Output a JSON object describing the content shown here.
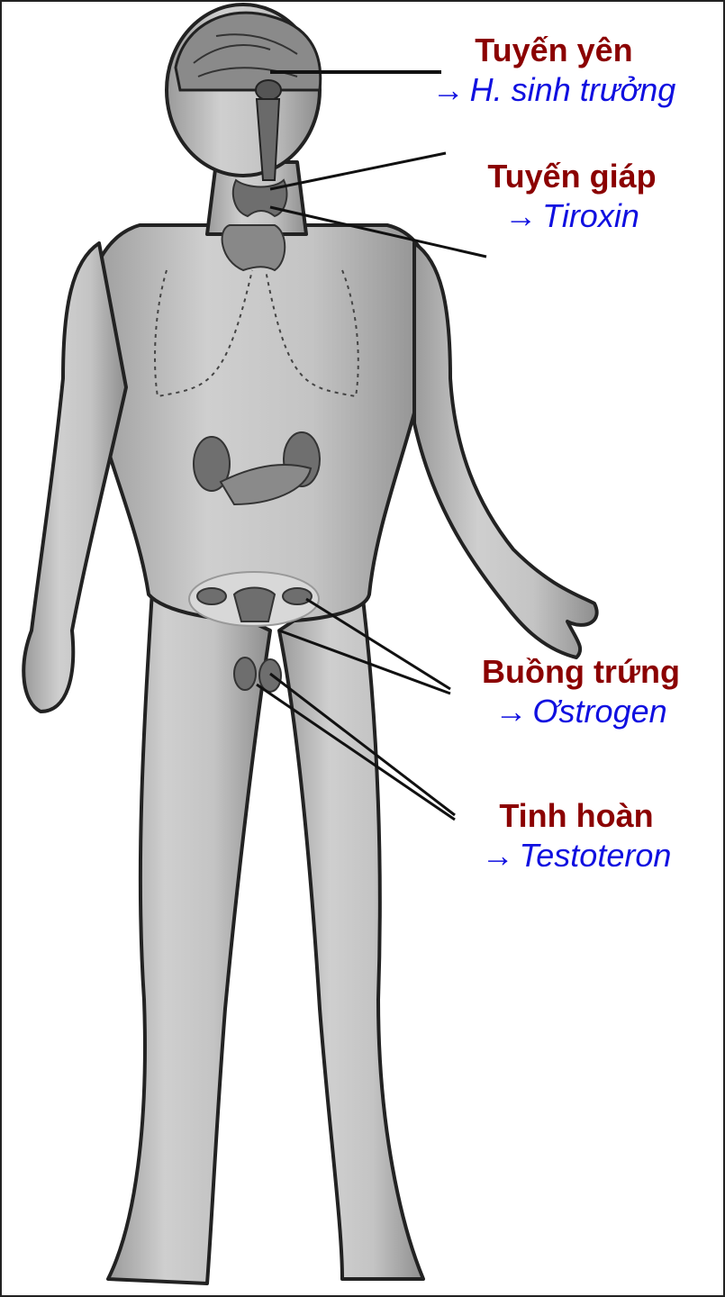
{
  "labels": {
    "pituitary": {
      "gland": "Tuyến yên",
      "hormone": "H. sinh trưởng"
    },
    "thyroid": {
      "gland": "Tuyến giáp",
      "hormone": "Tiroxin"
    },
    "ovary": {
      "gland": "Buồng trứng",
      "hormone": "Ơstrogen"
    },
    "testis": {
      "gland": "Tinh hoàn",
      "hormone": "Testoteron"
    }
  },
  "arrow_glyph": "→",
  "colors": {
    "gland_label": "#8b0000",
    "hormone_label": "#1010e0",
    "body_fill": "#b4b4b4",
    "outline": "#222222"
  }
}
